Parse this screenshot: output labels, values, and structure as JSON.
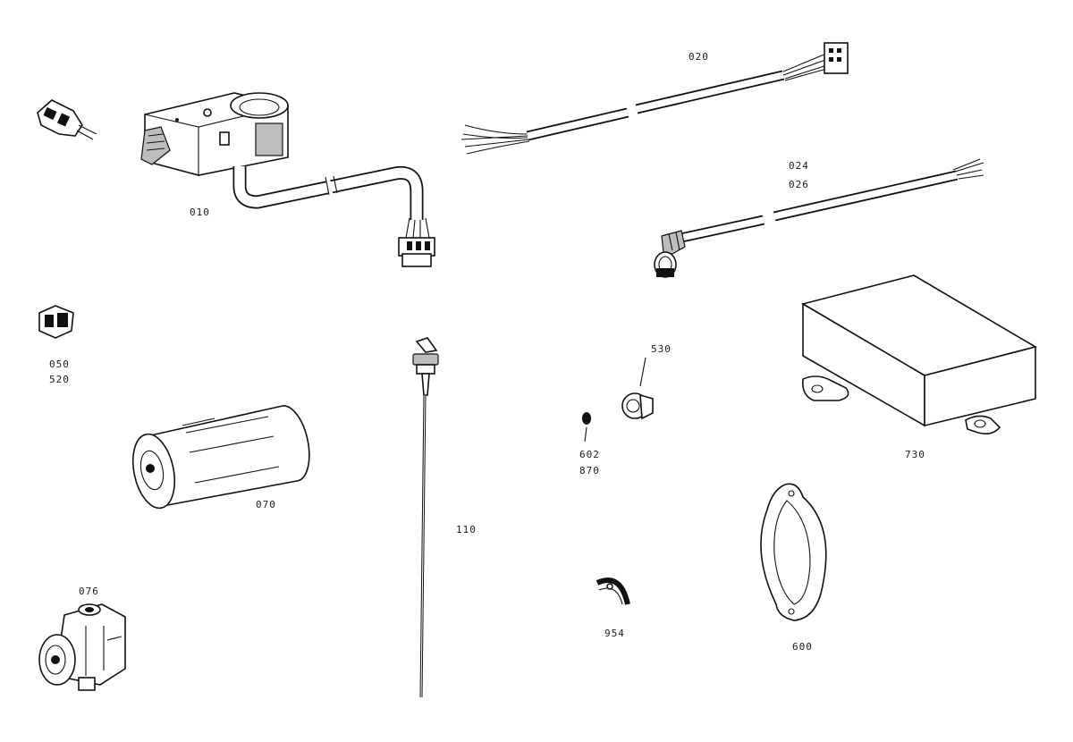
{
  "labels": {
    "p010": "010",
    "p020": "020",
    "p024": "024",
    "p026": "026",
    "p050": "050",
    "p520": "520",
    "p070": "070",
    "p076": "076",
    "p110": "110",
    "p530": "530",
    "p602": "602",
    "p870": "870",
    "p730": "730",
    "p954": "954",
    "p600": "600"
  }
}
